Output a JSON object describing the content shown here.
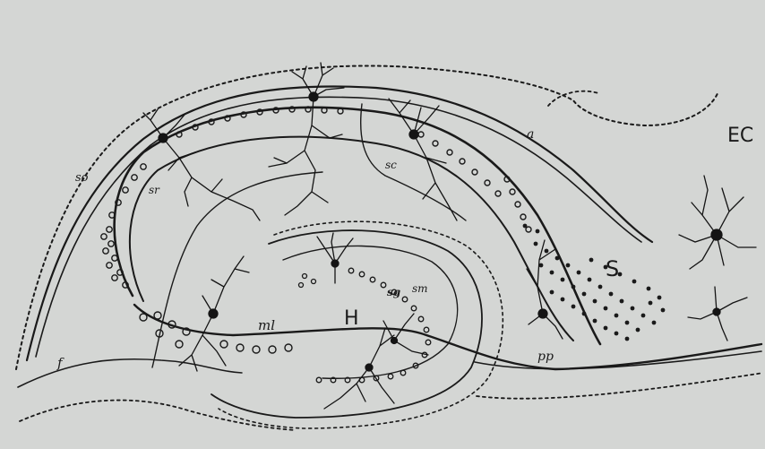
{
  "figure": {
    "labels": {
      "so": "so",
      "sr": "sr",
      "a": "a",
      "sc": "sc",
      "ec": "EC",
      "s": "S",
      "sg": "sg",
      "sm": "sm",
      "h": "H",
      "ml": "ml",
      "pp": "pp",
      "f": "f"
    },
    "colors": {
      "background": "#d3d5d3",
      "ink": "#1a1a1a"
    }
  }
}
